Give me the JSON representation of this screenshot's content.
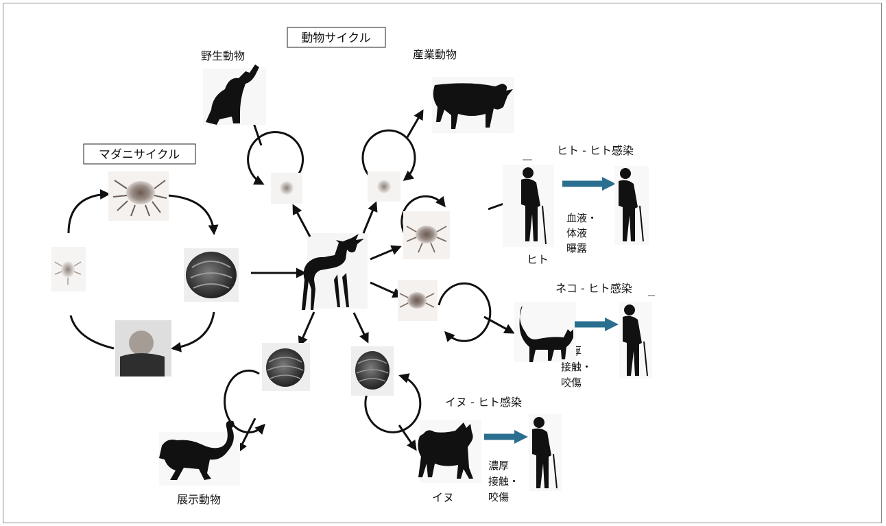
{
  "titles": {
    "animal_cycle": "動物サイクル",
    "tick_cycle": "マダニサイクル"
  },
  "hosts": {
    "wild": "野生動物",
    "industrial": "産業動物",
    "display": "展示動物",
    "human": "ヒト",
    "dog": "イヌ"
  },
  "transmissions": {
    "human_human": "ヒト - ヒト感染",
    "cat_human": "ネコ - ヒト感染",
    "dog_human": "イヌ - ヒト感染"
  },
  "routes": {
    "blood": [
      "血液・",
      "体液",
      "曝露"
    ],
    "cat_contact": [
      "濃厚",
      "接触・",
      "咬傷"
    ],
    "dog_contact": [
      "濃厚",
      "接触・",
      "咬傷"
    ]
  },
  "colors": {
    "transmission_arrow": "#2a6f8f",
    "silhouette": "#111111"
  }
}
